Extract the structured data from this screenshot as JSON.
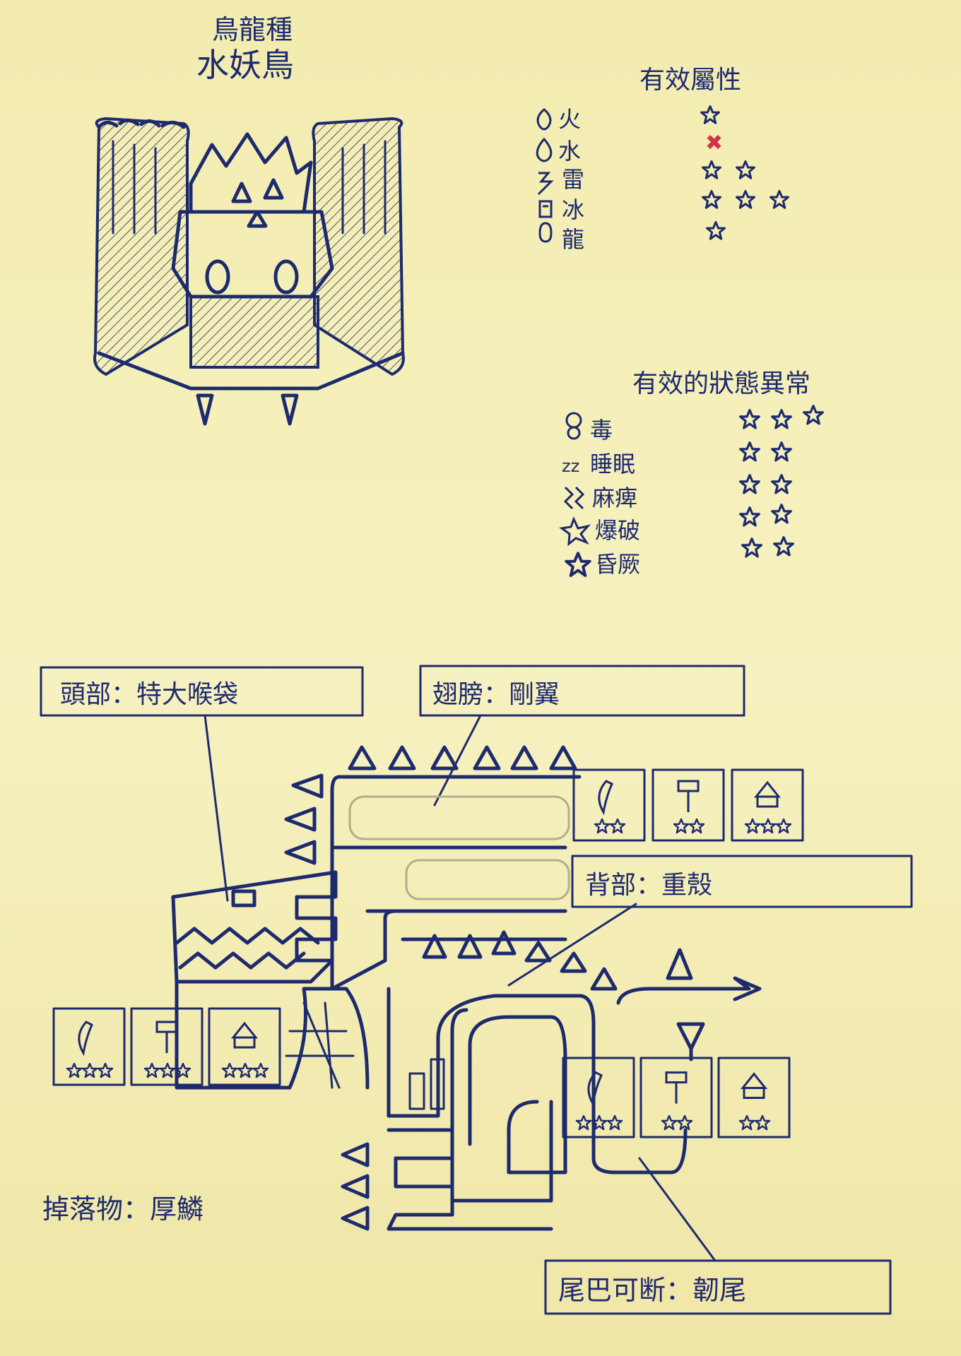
{
  "title": {
    "class": "鳥龍種",
    "name": "水妖鳥"
  },
  "elements": {
    "heading": "有效屬性",
    "items": [
      {
        "icon": "fire-icon",
        "label": "火",
        "stars": 1,
        "ineffective": false
      },
      {
        "icon": "water-icon",
        "label": "水",
        "stars": 0,
        "ineffective": true
      },
      {
        "icon": "thunder-icon",
        "label": "雷",
        "stars": 2,
        "ineffective": false
      },
      {
        "icon": "ice-icon",
        "label": "冰",
        "stars": 3,
        "ineffective": false
      },
      {
        "icon": "dragon-icon",
        "label": "龍",
        "stars": 1,
        "ineffective": false
      }
    ]
  },
  "ailments": {
    "heading": "有效的狀態異常",
    "items": [
      {
        "icon": "poison-icon",
        "label": "毒",
        "stars": 3
      },
      {
        "icon": "sleep-icon",
        "label": "睡眠",
        "stars": 2
      },
      {
        "icon": "paralysis-icon",
        "label": "麻痺",
        "stars": 2
      },
      {
        "icon": "blast-icon",
        "label": "爆破",
        "stars": 2
      },
      {
        "icon": "stun-icon",
        "label": "昏厥",
        "stars": 2
      }
    ]
  },
  "parts": {
    "head": {
      "label": "頭部：特大喉袋",
      "sever": 3,
      "blunt": 3,
      "shot": 3
    },
    "wings": {
      "label": "翅膀：剛翼",
      "sever": 2,
      "blunt": 2,
      "shot": 3
    },
    "back": {
      "label": "背部：重殼"
    },
    "tail": {
      "label": "尾巴可断：韌尾",
      "sever": 3,
      "blunt": 2,
      "shot": 2
    }
  },
  "drop": {
    "label": "掉落物：厚鱗"
  },
  "colors": {
    "ink": "#1d2a6e",
    "paper": "#f4eeb2",
    "cross": "#d0324a"
  }
}
